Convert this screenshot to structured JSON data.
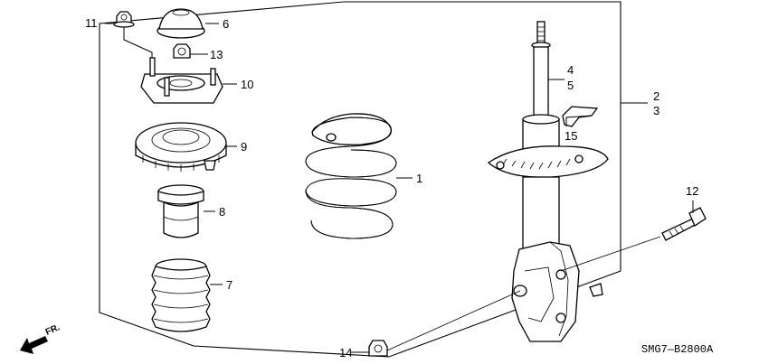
{
  "callouts": {
    "p1": "1",
    "p2": "2",
    "p3": "3",
    "p4": "4",
    "p5": "5",
    "p6": "6",
    "p7": "7",
    "p8": "8",
    "p9": "9",
    "p10": "10",
    "p11": "11",
    "p12": "12",
    "p13": "13",
    "p14": "14",
    "p15": "15"
  },
  "diagram_code": "SMG7—B2800A",
  "direction_label": "FR."
}
